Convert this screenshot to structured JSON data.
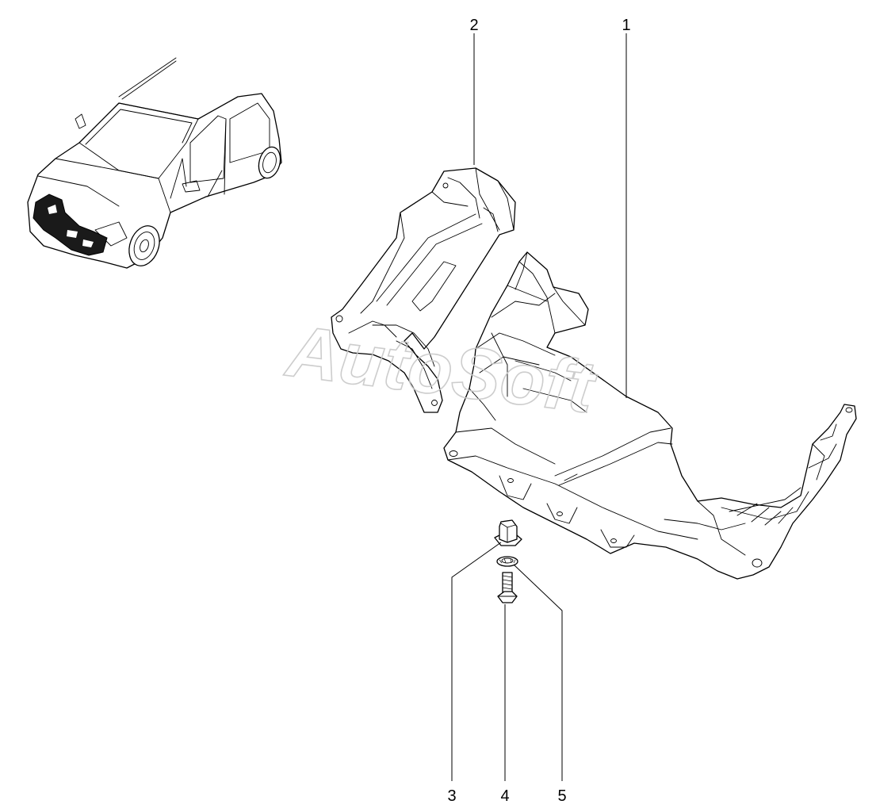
{
  "watermark": "AutoSoft",
  "callouts": [
    {
      "id": "1",
      "label": "1"
    },
    {
      "id": "2",
      "label": "2"
    },
    {
      "id": "3",
      "label": "3"
    },
    {
      "id": "4",
      "label": "4"
    },
    {
      "id": "5",
      "label": "5"
    }
  ],
  "colors": {
    "line": "#000000",
    "background": "#ffffff",
    "watermark": "#c8c8c8"
  }
}
